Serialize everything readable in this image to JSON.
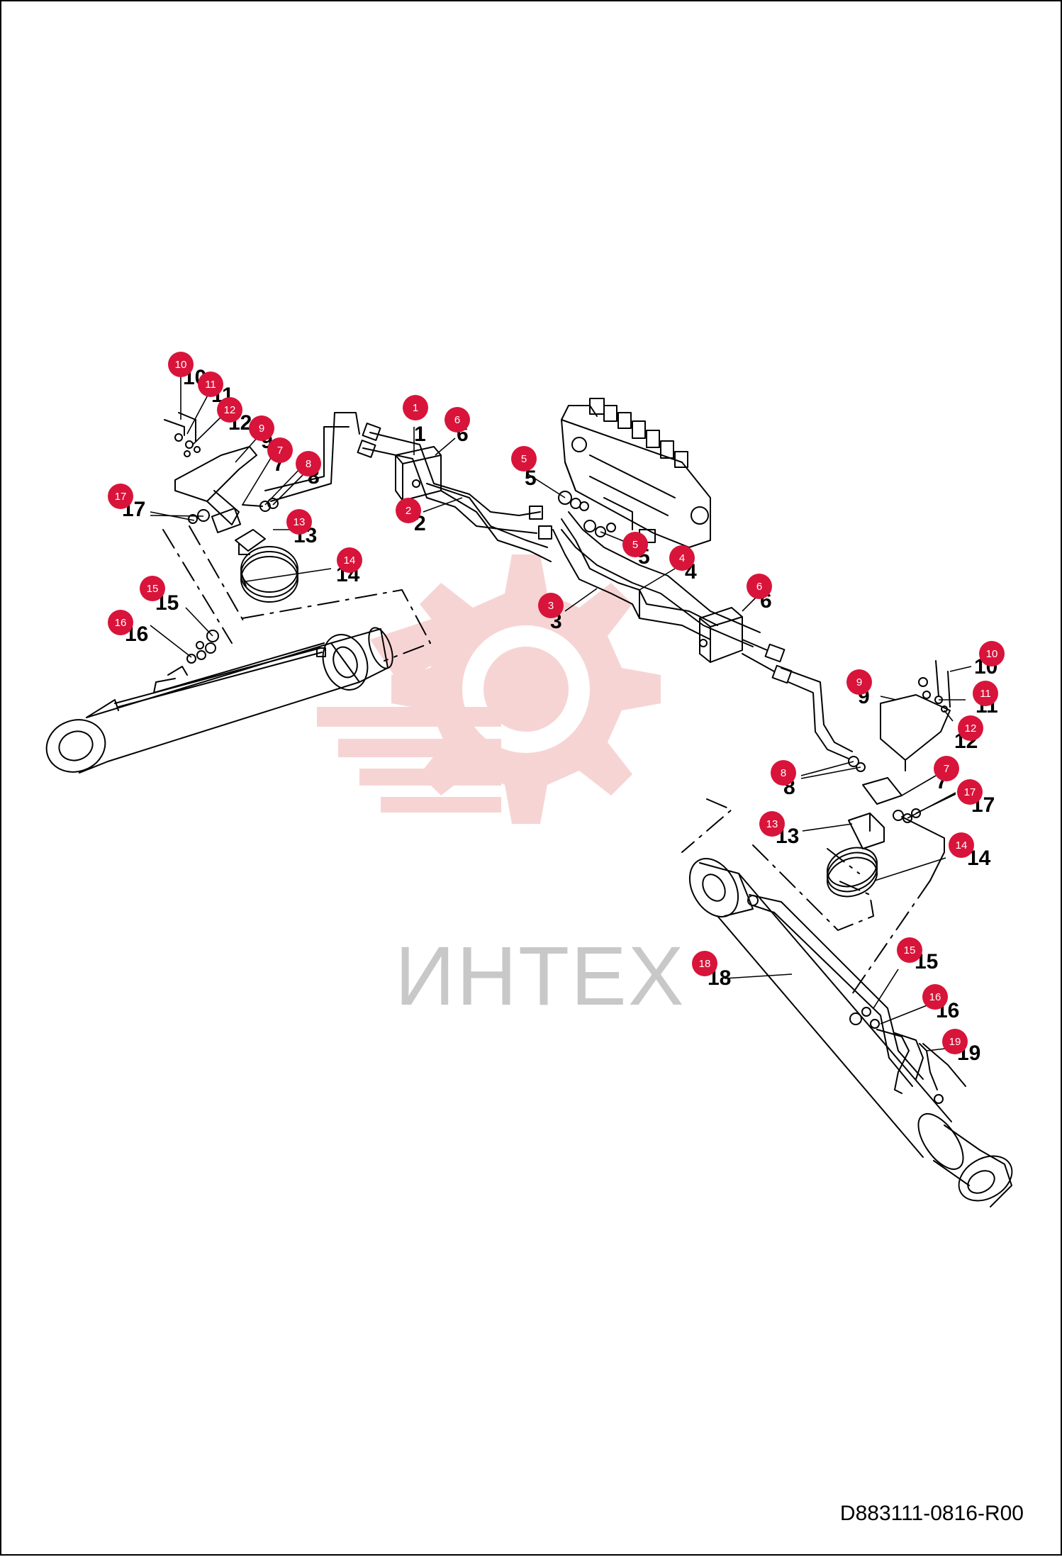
{
  "document_number": "D883111-0816-R00",
  "watermark": {
    "text": "ИНТЕХ",
    "gear_color": "#f6cdcd",
    "text_color": "#c8c8c8"
  },
  "colors": {
    "badge": "#d8143a",
    "line": "#000000"
  },
  "callouts": [
    {
      "id": "c10a",
      "number": "10"
    },
    {
      "id": "c11a",
      "number": "11"
    },
    {
      "id": "c12a",
      "number": "12"
    },
    {
      "id": "c9a",
      "number": "9"
    },
    {
      "id": "c7a",
      "number": "7"
    },
    {
      "id": "c8a",
      "number": "8"
    },
    {
      "id": "c17a",
      "number": "17"
    },
    {
      "id": "c13a",
      "number": "13"
    },
    {
      "id": "c14a",
      "number": "14"
    },
    {
      "id": "c15a",
      "number": "15"
    },
    {
      "id": "c16a",
      "number": "16"
    },
    {
      "id": "c1",
      "number": "1"
    },
    {
      "id": "c6a",
      "number": "6"
    },
    {
      "id": "c2",
      "number": "2"
    },
    {
      "id": "c5a",
      "number": "5"
    },
    {
      "id": "c5b",
      "number": "5"
    },
    {
      "id": "c4",
      "number": "4"
    },
    {
      "id": "c3",
      "number": "3"
    },
    {
      "id": "c6b",
      "number": "6"
    },
    {
      "id": "c10b",
      "number": "10"
    },
    {
      "id": "c9b",
      "number": "9"
    },
    {
      "id": "c11b",
      "number": "11"
    },
    {
      "id": "c12b",
      "number": "12"
    },
    {
      "id": "c8b",
      "number": "8"
    },
    {
      "id": "c7b",
      "number": "7"
    },
    {
      "id": "c17b",
      "number": "17"
    },
    {
      "id": "c13b",
      "number": "13"
    },
    {
      "id": "c14b",
      "number": "14"
    },
    {
      "id": "c18",
      "number": "18"
    },
    {
      "id": "c15b",
      "number": "15"
    },
    {
      "id": "c16b",
      "number": "16"
    },
    {
      "id": "c19",
      "number": "19"
    }
  ]
}
